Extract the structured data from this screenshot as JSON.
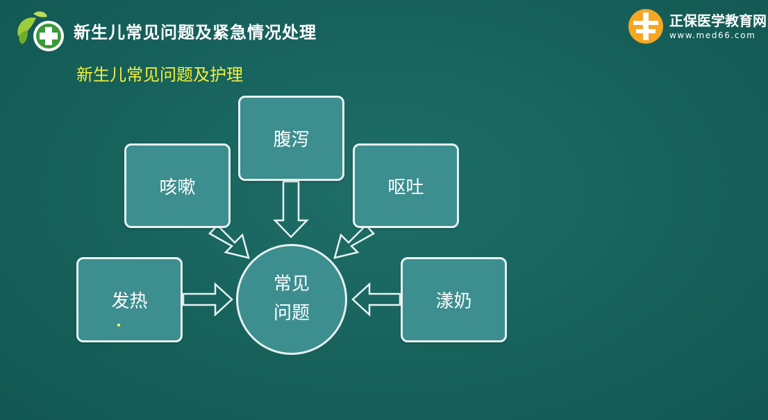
{
  "header": {
    "title": "新生儿常见问题及紧急情况处理",
    "subtitle": "新生儿常见问题及护理"
  },
  "brand": {
    "name": "正保医学教育网",
    "url": "www.med66.com"
  },
  "diagram": {
    "center": {
      "line1": "常见",
      "line2": "问题"
    },
    "nodes": {
      "top": "腹泻",
      "upper_left": "咳嗽",
      "upper_right": "呕吐",
      "left": "发热",
      "right": "漾奶"
    }
  },
  "colors": {
    "background": "#17615b",
    "node_fill": "#3d8e8f",
    "node_border": "#e9f3f2",
    "subtitle": "#f2f03a"
  }
}
